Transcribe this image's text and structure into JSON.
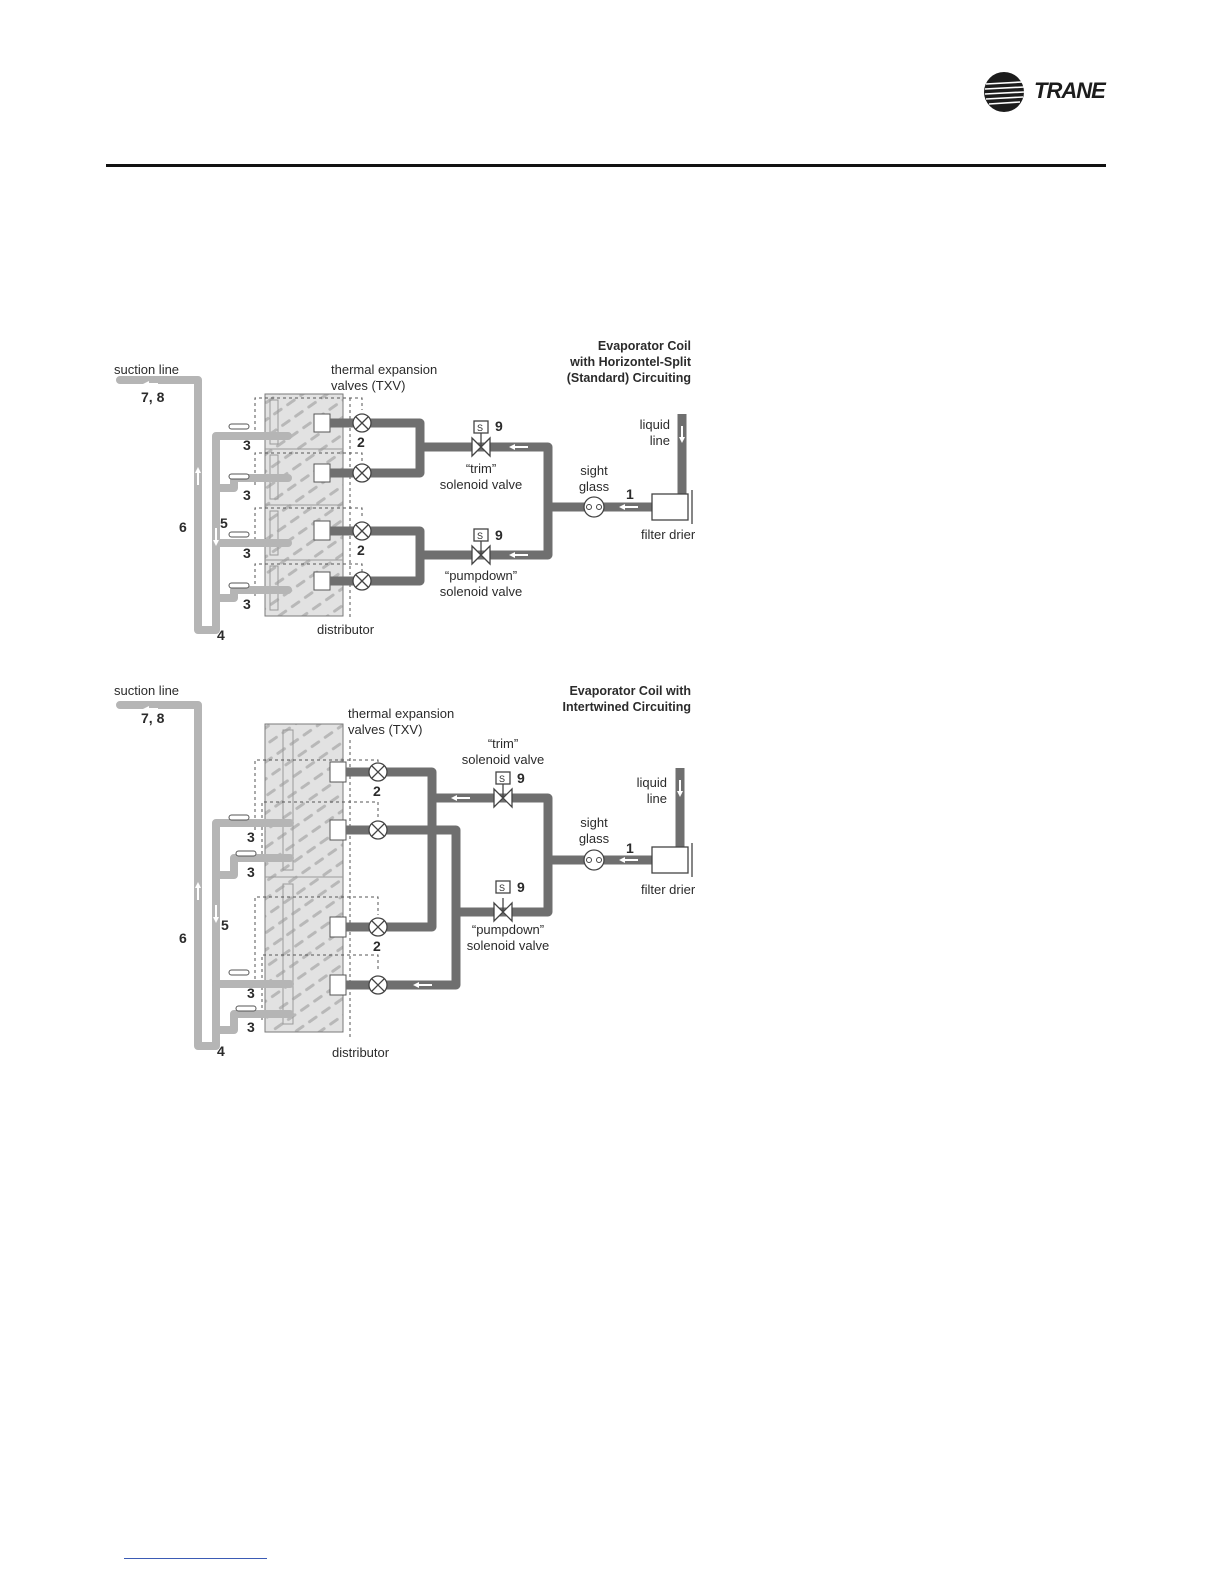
{
  "brand": {
    "name": "TRANE"
  },
  "diagram_top": {
    "title": [
      "Evaporator Coil",
      "with Horizontel-Split",
      "(Standard) Circuiting"
    ],
    "suction_line": "suction line",
    "txv": [
      "thermal expansion",
      "valves (TXV)"
    ],
    "liquid_line": [
      "liquid",
      "line"
    ],
    "sight_glass": [
      "sight",
      "glass"
    ],
    "filter_drier": "filter drier",
    "trim_valve": [
      "“trim”",
      "solenoid valve"
    ],
    "pumpdown_valve": [
      "“pumpdown”",
      "solenoid valve"
    ],
    "distributor": "distributor",
    "solenoid_mark": "S",
    "numbers": {
      "n1": "1",
      "n2": "2",
      "n3": "3",
      "n4": "4",
      "n5": "5",
      "n6": "6",
      "n78": "7, 8",
      "n9": "9"
    }
  },
  "diagram_bottom": {
    "title": [
      "Evaporator Coil with",
      "Intertwined Circuiting"
    ],
    "suction_line": "suction line",
    "txv": [
      "thermal expansion",
      "valves (TXV)"
    ],
    "liquid_line": [
      "liquid",
      "line"
    ],
    "sight_glass": [
      "sight",
      "glass"
    ],
    "filter_drier": "filter drier",
    "trim_valve": [
      "“trim”",
      "solenoid valve"
    ],
    "pumpdown_valve": [
      "“pumpdown”",
      "solenoid valve"
    ],
    "distributor": "distributor",
    "solenoid_mark": "S",
    "numbers": {
      "n1": "1",
      "n2": "2",
      "n3": "3",
      "n4": "4",
      "n5": "5",
      "n6": "6",
      "n78": "7, 8",
      "n9": "9"
    }
  },
  "colors": {
    "liquid_pipe": "#6f6f6f",
    "suction_pipe": "#b5b5b5",
    "coil_fill": "#e2e2e2"
  }
}
